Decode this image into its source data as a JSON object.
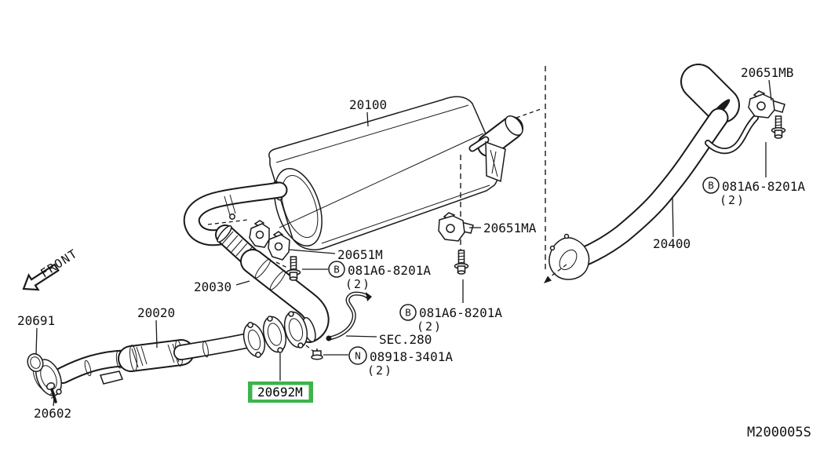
{
  "diagram": {
    "drawing_code": "M200005S",
    "front_arrow_label": "FRONT",
    "highlight": {
      "color": "#3cb44b",
      "part": "20692M"
    },
    "parts": {
      "muffler": "20100",
      "center_pipe": "20030",
      "front_tube": "20020",
      "exhaust_gasket_ring": "20691",
      "front_bolt": "20602",
      "gasket": "20692M",
      "insulator": "20651M",
      "insulator_a": "20651MA",
      "insulator_b": "20651MB",
      "tail_pipe": "20400",
      "bolt": "081A6-8201A",
      "nut": "08918-3401A",
      "bolt_symbol": "B",
      "nut_symbol": "N",
      "qty_two": "(2)",
      "section_ref": "SEC.280"
    }
  }
}
